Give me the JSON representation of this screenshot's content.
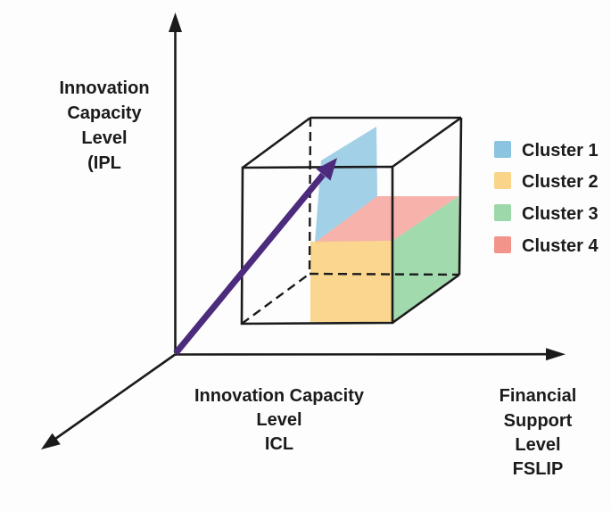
{
  "figure": {
    "description": "3D cube diagram relating innovation capacity and financial support levels with four colored cluster regions"
  },
  "axes": {
    "vertical": {
      "label_lines": [
        "Innovation",
        "Capacity",
        "Level",
        "(IPL"
      ]
    },
    "bottom": {
      "label_lines": [
        "Innovation Capacity",
        "Level",
        "ICL"
      ]
    },
    "right": {
      "label_lines": [
        "Financial",
        "Support",
        "Level",
        "FSLIP"
      ]
    }
  },
  "legend": {
    "items": [
      {
        "label": "Cluster 1",
        "color": "#8bc4e0"
      },
      {
        "label": "Cluster 2",
        "color": "#fad488"
      },
      {
        "label": "Cluster 3",
        "color": "#9cd8a9"
      },
      {
        "label": "Cluster 4",
        "color": "#f2948a"
      }
    ]
  },
  "colors": {
    "ink": "#1b1b1b",
    "arrow": "#4c2b7d",
    "background": "#fdfdfd"
  }
}
